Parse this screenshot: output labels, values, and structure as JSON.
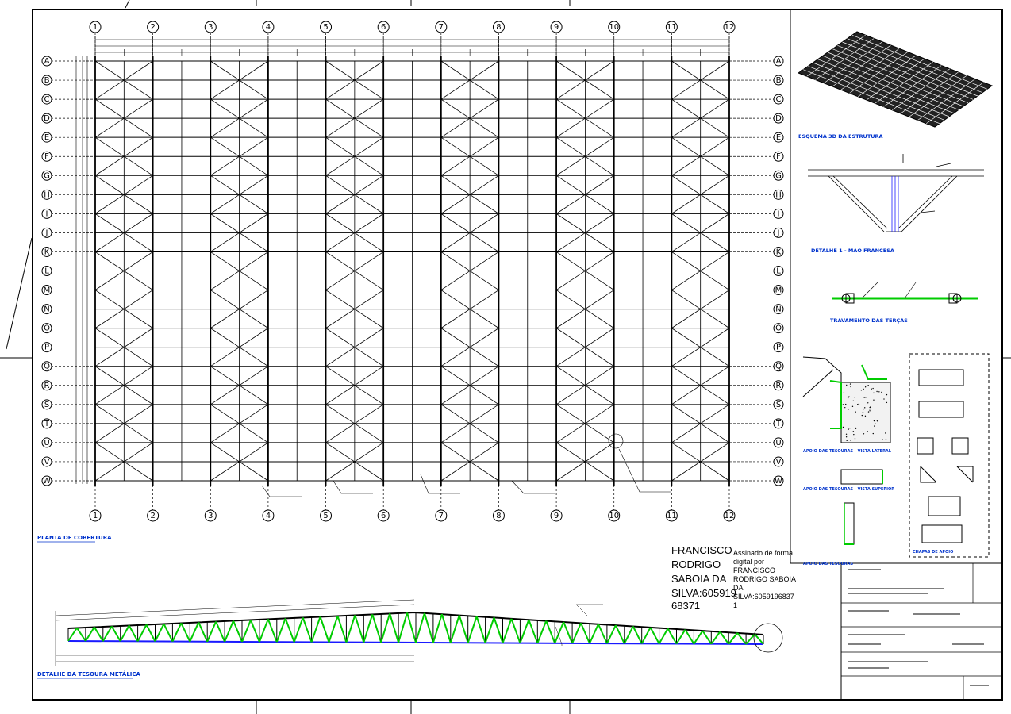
{
  "plan": {
    "title": "PLANTA DE COBERTURA",
    "column_axes": [
      "1",
      "2",
      "3",
      "4",
      "5",
      "6",
      "7",
      "8",
      "9",
      "10",
      "11",
      "12"
    ],
    "row_axes": [
      "A",
      "B",
      "C",
      "D",
      "E",
      "F",
      "G",
      "H",
      "I",
      "J",
      "K",
      "L",
      "M",
      "N",
      "O",
      "P",
      "Q",
      "R",
      "S",
      "T",
      "U",
      "V",
      "W"
    ]
  },
  "views": {
    "view_3d_title": "ESQUEMA 3D DA ESTRUTURA",
    "detail1_title": "DETALHE 1 - MÃO FRANCESA",
    "bracing_title": "TRAVAMENTO DAS TERÇAS",
    "support_side_title": "APOIO DAS TESOURAS - VISTA LATERAL",
    "support_top_title": "APOIO DAS TESOURAS - VISTA SUPERIOR",
    "support_title": "APOIO DAS TESOURAS",
    "anchor_title": "CHAPAS DE APOIO",
    "truss_title": "DETALHE DA TESOURA METÁLICA"
  },
  "signature": {
    "name_lines": [
      "FRANCISCO",
      "RODRIGO",
      "SABOIA DA",
      "SILVA:605919",
      "68371"
    ],
    "note_lines": [
      "Assinado de forma",
      "digital por",
      "FRANCISCO",
      "RODRIGO SABOIA",
      "DA",
      "SILVA:6059196837",
      "1"
    ]
  },
  "colors": {
    "line": "#000000",
    "title_blue": "#0033cc",
    "truss_green": "#00cc00",
    "truss_blue": "#1a1aff"
  }
}
